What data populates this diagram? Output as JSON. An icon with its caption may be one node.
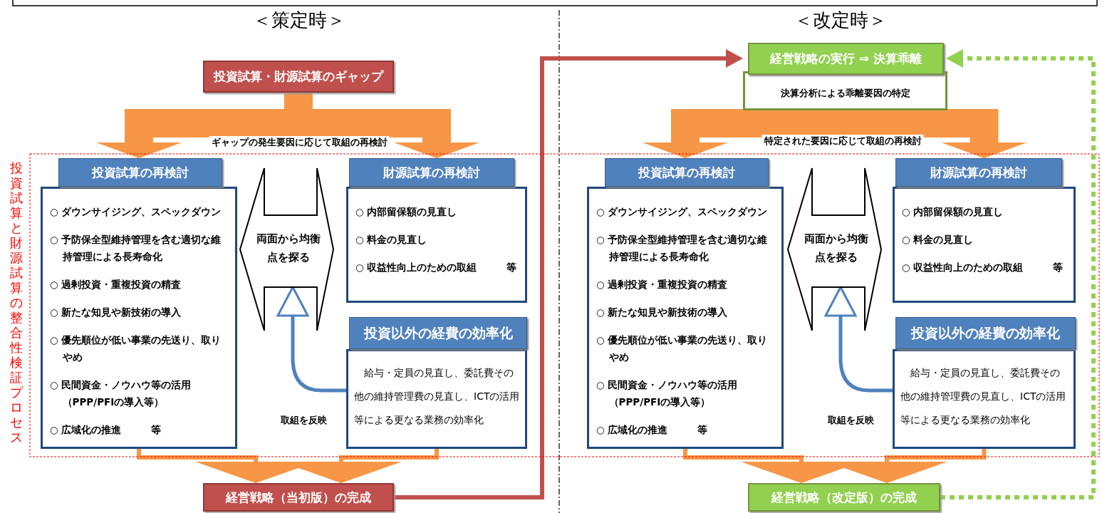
{
  "diagram": {
    "nodes": [
      {
        "text": [
          "投資試算と財源試算の整合性検証プロセス"
        ]
      },
      {
        "text": [
          "投資試算・財源試算のギャップ"
        ]
      },
      {
        "text": [
          "投資試算の再検討",
          "○ ダウンサイジング、スペックダウン",
          "○ 予防保全型維持管理を含む適切な維持管理による長寿命化",
          "○ 過剰投資・重複投資の精査",
          "○ 新たな知見や新技術の導入",
          "○ 優先順位が低い事業の先送り、取りやめ",
          "○ 民間資金・ノウハウ等の活用（PPP/PFIの導入等）",
          "○ 広域化の推進　　　等"
        ],
        "in": 0
      },
      {
        "text": [
          "財源試算の再検討",
          "○ 内部留保額の見直し",
          "○ 料金の見直し",
          "○ 収益性向上のための取組　　　等"
        ],
        "in": 0
      },
      {
        "text": [
          "両面から均衡点を探る"
        ],
        "in": 0
      },
      {
        "text": [
          "投資以外の経費の効率化",
          "給与・定員の見直し、委託費その他の維持管理費の見直し、ICTの活用等による更なる業務の効率化"
        ],
        "in": 0
      },
      {
        "text": [
          "経営戦略（当初版）の完成"
        ]
      },
      {
        "text": [
          "経営戦略の実行 ⇒ 決算乖離",
          "決算分析による乖離要因の特定"
        ]
      },
      {
        "text": [
          "投資試算の再検討",
          "○ ダウンサイジング、スペックダウン",
          "○ 予防保全型維持管理を含む適切な維持管理による長寿命化",
          "○ 過剰投資・重複投資の精査",
          "○ 新たな知見や新技術の導入",
          "○ 優先順位が低い事業の先送り、取りやめ",
          "○ 民間資金・ノウハウ等の活用（PPP/PFIの導入等）",
          "○ 広域化の推進　　　等"
        ],
        "in": 0
      },
      {
        "text": [
          "財源試算の再検討",
          "○ 内部留保額の見直し",
          "○ 料金の見直し",
          "○ 収益性向上のための取組　　　等"
        ],
        "in": 0
      },
      {
        "text": [
          "両面から均衡点を探る"
        ],
        "in": 0
      },
      {
        "text": [
          "投資以外の経費の効率化",
          "給与・定員の見直し、委託費その他の維持管理費の見直し、ICTの活用等による更なる業務の効率化"
        ],
        "in": 0
      },
      {
        "text": [
          "経営戦略（改定版）の完成"
        ]
      }
    ],
    "edges": [
      {
        "from": 1,
        "to": 2,
        "arrow": "to",
        "label": "ギャップの発生要因に応じて取組の再検討",
        "style": "thick"
      },
      {
        "from": 1,
        "to": 3,
        "arrow": "to",
        "style": "thick"
      },
      {
        "from": 5,
        "to": 4,
        "arrow": "to",
        "label": "取組を反映",
        "color": "#4f81bd"
      },
      {
        "from": 2,
        "to": 6,
        "arrow": "to"
      },
      {
        "from": 5,
        "to": 6,
        "arrow": "to"
      },
      {
        "from": 6,
        "to": 7,
        "arrow": "to",
        "color": "#c0504d"
      },
      {
        "from": 7,
        "to": 8,
        "arrow": "to",
        "label": "特定された要因に応じて取組の再検討",
        "style": "thick"
      },
      {
        "from": 7,
        "to": 9,
        "arrow": "to",
        "style": "thick"
      },
      {
        "from": 11,
        "to": 10,
        "arrow": "to",
        "label": "取組を反映",
        "color": "#4f81bd"
      },
      {
        "from": 8,
        "to": 12,
        "arrow": "to"
      },
      {
        "from": 11,
        "to": 12,
        "arrow": "to"
      },
      {
        "from": 12,
        "to": 7,
        "arrow": "to",
        "style": "dashed",
        "color": "#92d050"
      }
    ],
    "labels": [
      "＜策定時＞",
      "＜改定時＞"
    ]
  }
}
